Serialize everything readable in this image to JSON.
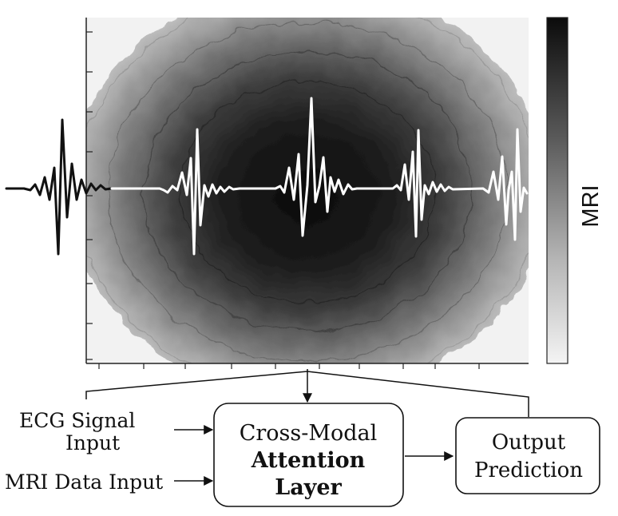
{
  "colorbar": {
    "label": "MRI",
    "color_high": "#0b0b0b",
    "color_low": "#f4f4f4"
  },
  "inputs": {
    "ecg_line1": "ECG Signal",
    "ecg_line2": "Input",
    "mri": "MRI Data Input"
  },
  "attention_box": {
    "line1": "Cross-Modal",
    "line2": "Attention",
    "line3": "Layer"
  },
  "output_box": {
    "line1": "Output",
    "line2": "Prediction"
  },
  "colors": {
    "ecg_trace_outside": "#111111",
    "ecg_trace_inside": "#ffffff",
    "arrows": "#111111"
  }
}
